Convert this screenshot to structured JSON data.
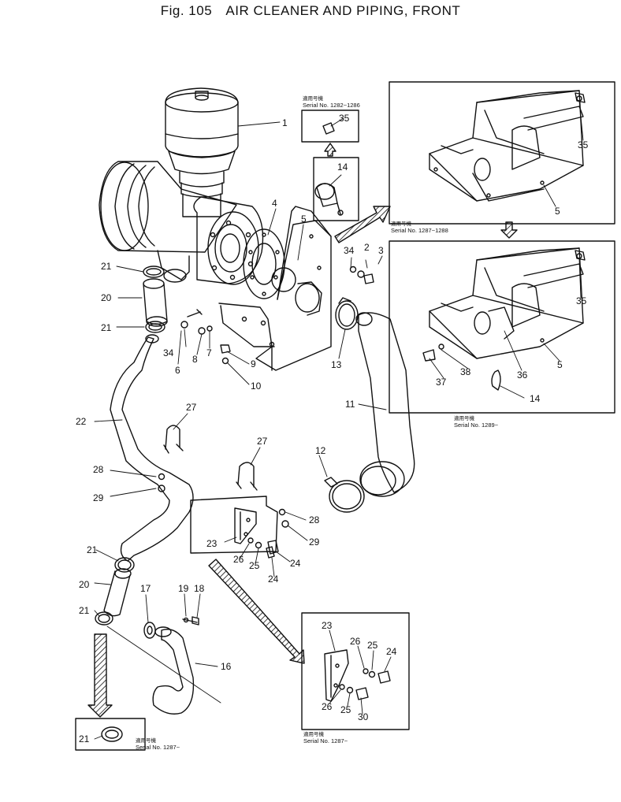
{
  "figure": {
    "number": "Fig. 105",
    "title": "AIR CLEANER AND PIPING, FRONT"
  },
  "insets": {
    "top_small": {
      "jp_label": "適用号機",
      "serial": "Serial No. 1282~1286"
    },
    "top_right": {
      "jp_label": "適用号機",
      "serial": "Serial No. 1287~1288"
    },
    "mid_right": {
      "jp_label": "適用号機",
      "serial": "Serial No. 1289~"
    },
    "bottom_right": {
      "jp_label": "適用号機",
      "serial": "Serial No. 1287~"
    },
    "bottom_left": {
      "jp_label": "適用号機",
      "serial": "Serial No. 1287~"
    }
  },
  "part_numbers": {
    "p1": "1",
    "p2": "2",
    "p3": "3",
    "p4": "4",
    "p5": "5",
    "p6": "6",
    "p7": "7",
    "p8": "8",
    "p9": "9",
    "p10": "10",
    "p11": "11",
    "p12": "12",
    "p13": "13",
    "p14": "14",
    "p16": "16",
    "p17": "17",
    "p18": "18",
    "p19": "19",
    "p20": "20",
    "p21": "21",
    "p22": "22",
    "p23": "23",
    "p24": "24",
    "p25": "25",
    "p26": "26",
    "p27": "27",
    "p28": "28",
    "p29": "29",
    "p30": "30",
    "p34": "34",
    "p35": "35",
    "p36": "36",
    "p37": "37",
    "p38": "38"
  }
}
